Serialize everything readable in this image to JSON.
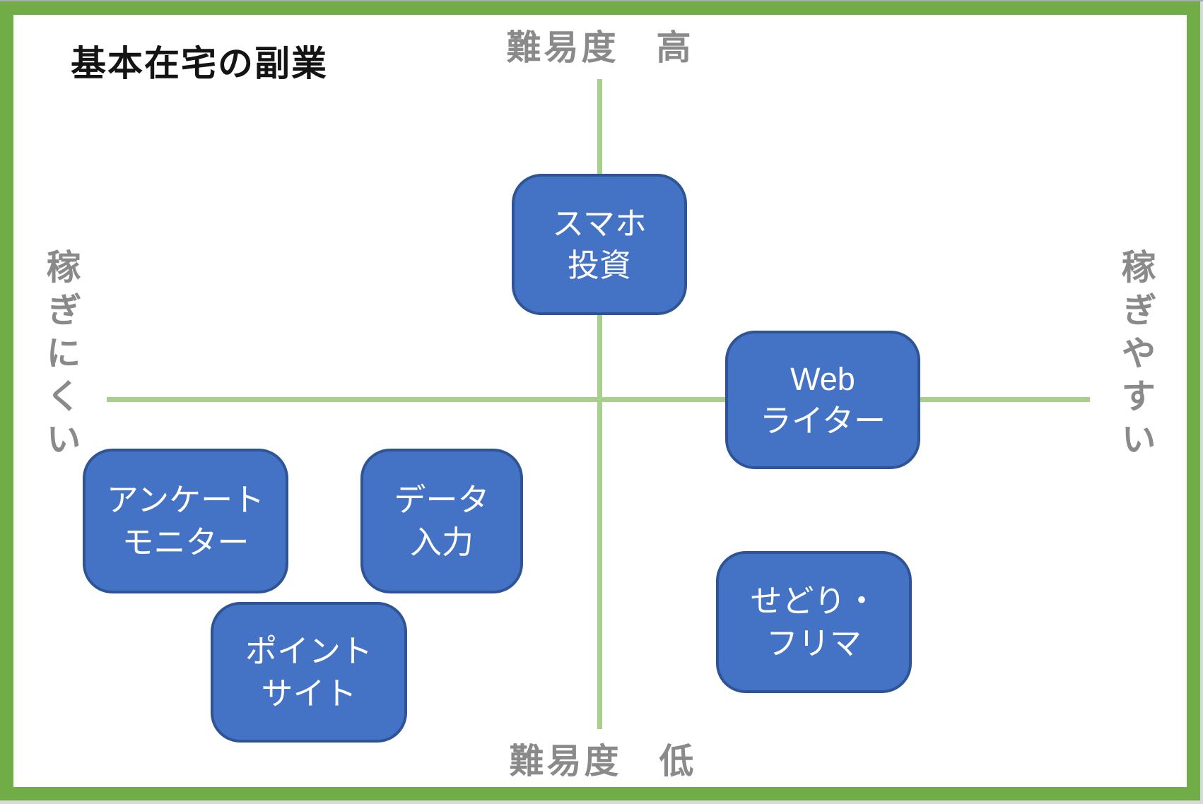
{
  "title": "基本在宅の副業",
  "axis_labels": {
    "top": "難易度　高",
    "bottom": "難易度　低",
    "left": "稼ぎにくい",
    "right": "稼ぎやすい"
  },
  "nodes": [
    {
      "name": "smartphone-investing",
      "label": "スマホ\n投資",
      "quadrant": "top-center"
    },
    {
      "name": "web-writer",
      "label": "Web\nライター",
      "quadrant": "right-on-axis"
    },
    {
      "name": "survey-monitor",
      "label": "アンケート\nモニター",
      "quadrant": "bottom-left"
    },
    {
      "name": "data-entry",
      "label": "データ\n入力",
      "quadrant": "bottom-left"
    },
    {
      "name": "point-site",
      "label": "ポイント\nサイト",
      "quadrant": "bottom-left"
    },
    {
      "name": "sedori-flea-market",
      "label": "せどり・\nフリマ",
      "quadrant": "bottom-right"
    }
  ],
  "colors": {
    "node_fill": "#4472c4",
    "node_border": "#2f5496",
    "node_text": "#ffffff",
    "axis_line_green": "#a8d08d",
    "frame_border_green": "#70ad47",
    "axis_label_gray": "#8a8a8a",
    "title_black": "#141414"
  }
}
